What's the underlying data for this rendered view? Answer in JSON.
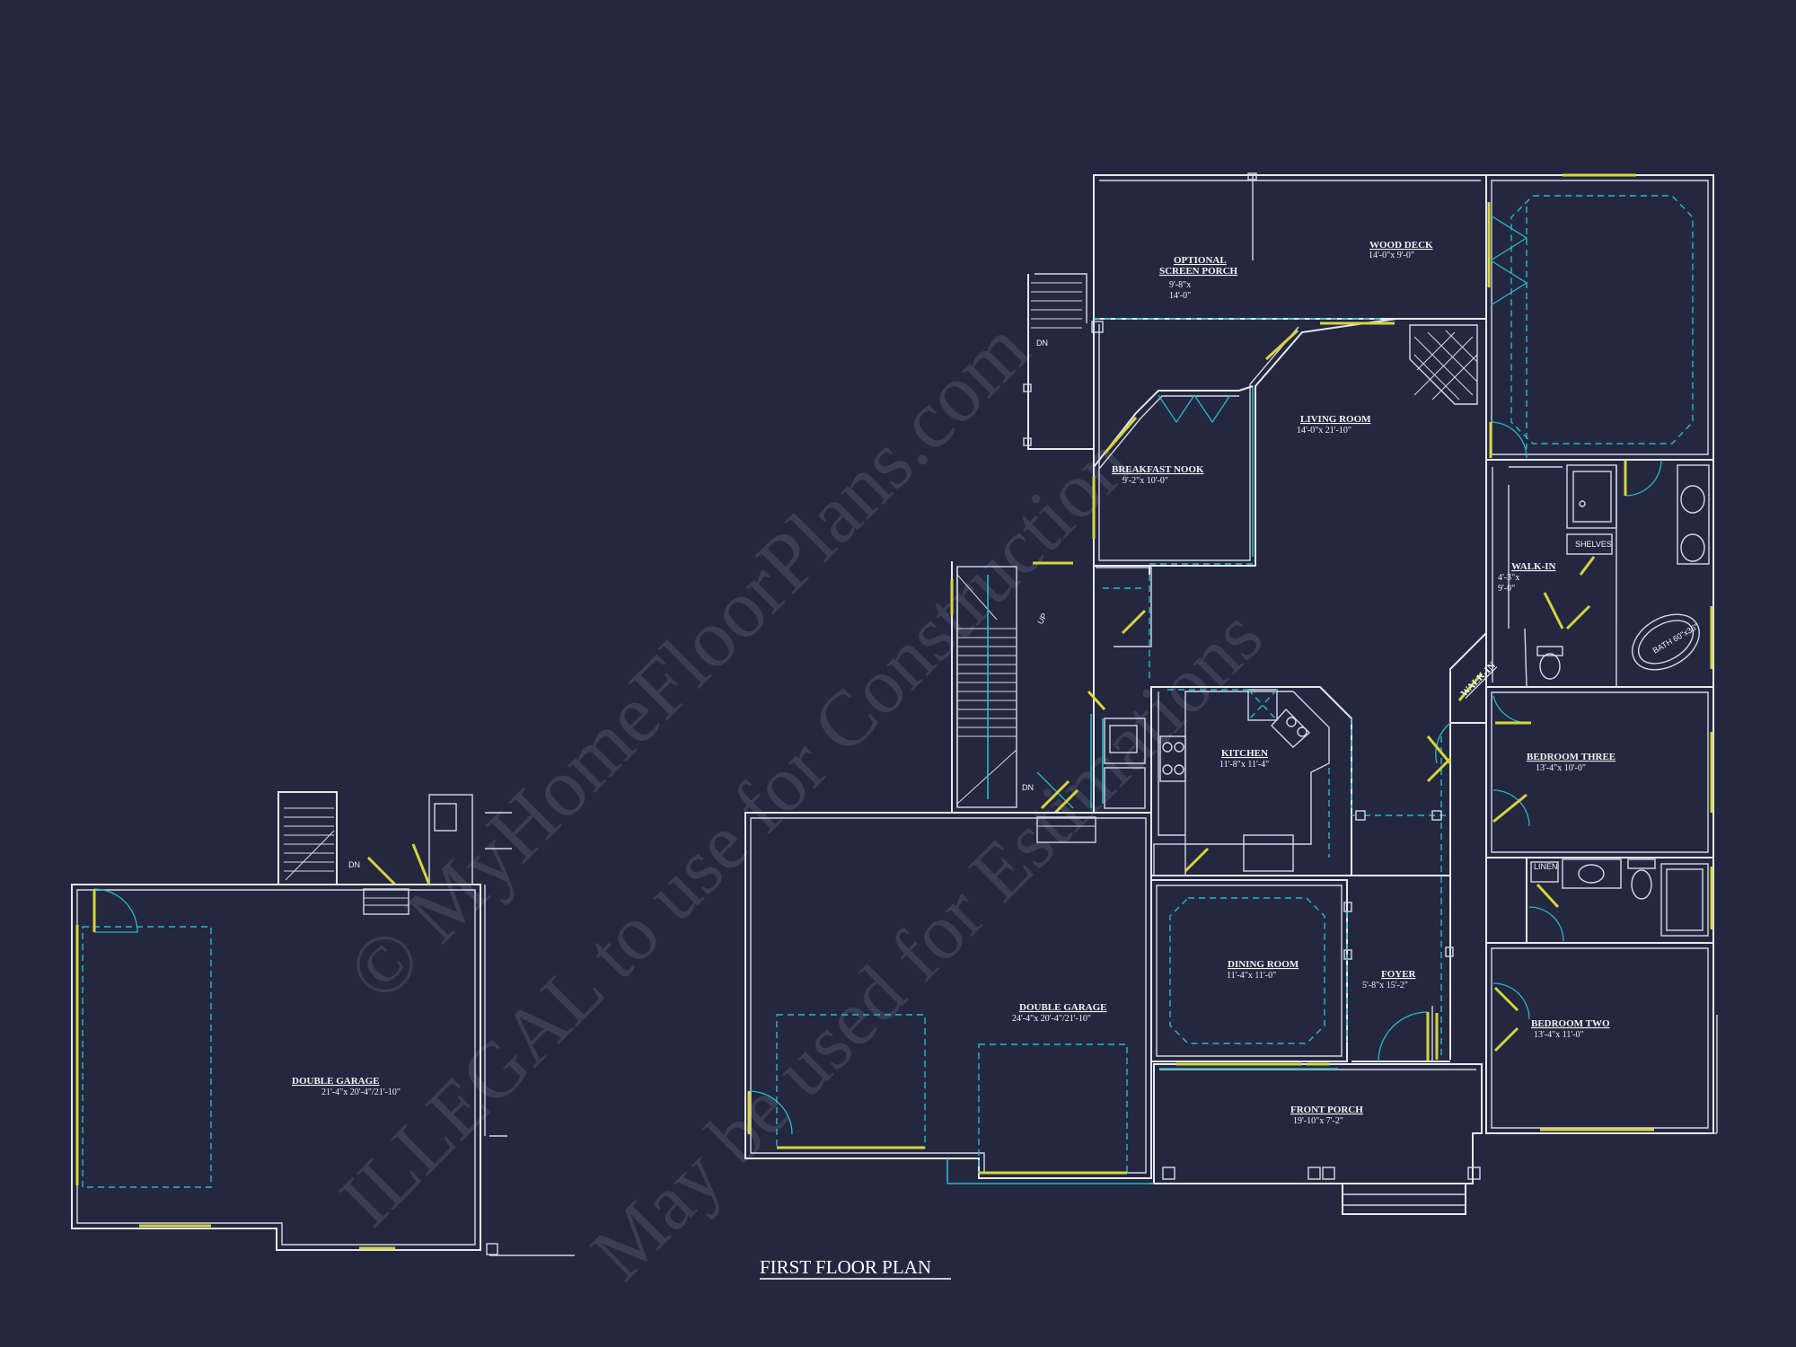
{
  "drawing": {
    "title": "FIRST FLOOR PLAN",
    "watermark_lines": [
      "© MyHomeFloorPlans.com",
      "ILLEGAL to use for Construction",
      "May be used for Estimations"
    ],
    "colors": {
      "background": "#232840",
      "walls": "#e6e8ef",
      "doors_dashed": "#2bb8c6",
      "windows": "#d8d43c"
    }
  },
  "rooms": {
    "screen_porch": {
      "name_line1": "OPTIONAL",
      "name_line2": "SCREEN PORCH",
      "dim_line1": "9'-8\"x",
      "dim_line2": "14'-0\""
    },
    "wood_deck": {
      "name": "WOOD DECK",
      "dim": "14'-0\"x 9'-0\""
    },
    "living_room": {
      "name": "LIVING ROOM",
      "dim": "14'-0\"x 21'-10\""
    },
    "breakfast_nook": {
      "name": "BREAKFAST NOOK",
      "dim": "9'-2\"x 10'-0\""
    },
    "walk_in_master": {
      "name": "WALK-IN",
      "dim_line1": "4'-3\"x",
      "dim_line2": "9'-0\""
    },
    "walk_in_hall": {
      "name": "WALK-IN"
    },
    "kitchen": {
      "name": "KITCHEN",
      "dim": "11'-8\"x 11'-4\""
    },
    "bedroom_three": {
      "name": "BEDROOM THREE",
      "dim": "13'-4\"x 10'-0\""
    },
    "dining_room": {
      "name": "DINING ROOM",
      "dim": "11'-4\"x 11'-0\""
    },
    "foyer": {
      "name": "FOYER",
      "dim": "5'-8\"x 15'-2\""
    },
    "double_garage_main": {
      "name": "DOUBLE GARAGE",
      "dim": "24'-4\"x 20'-4\"/21'-10\""
    },
    "double_garage_alt": {
      "name": "DOUBLE GARAGE",
      "dim": "21'-4\"x 20'-4\"/21'-10\""
    },
    "front_porch": {
      "name": "FRONT PORCH",
      "dim": "19'-10\"x 7'-2\""
    },
    "bedroom_two": {
      "name": "BEDROOM TWO",
      "dim": "13'-4\"x 11'-0\""
    }
  },
  "labels": {
    "dn": "DN",
    "up": "UP",
    "shelves": "SHELVES",
    "linen": "LINEN",
    "bath_tub": "BATH 60\"x36\""
  }
}
